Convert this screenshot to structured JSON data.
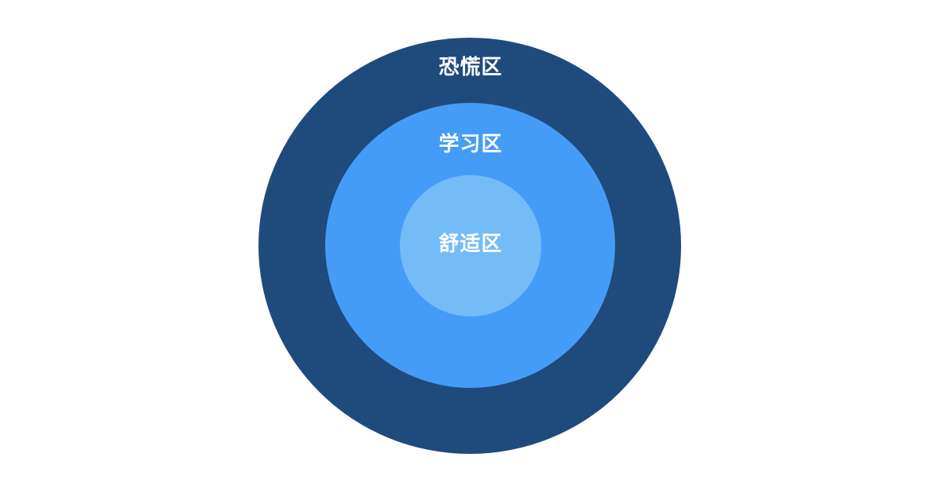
{
  "zones": {
    "outer": {
      "label": "恐慌区",
      "color": "#1f4b7c"
    },
    "middle": {
      "label": "学习区",
      "color": "#459cf7"
    },
    "inner": {
      "label": "舒适区",
      "color": "#74bcf8"
    }
  },
  "text_color": "#ffffff",
  "background": "#ffffff"
}
